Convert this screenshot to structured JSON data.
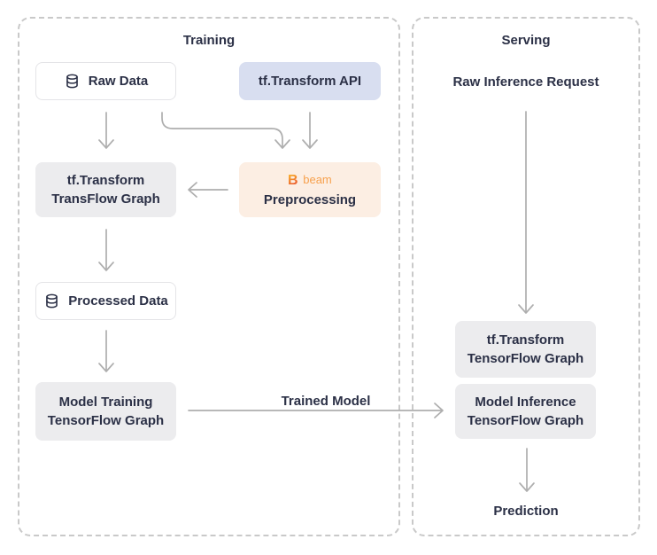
{
  "palette": {
    "background": "#ffffff",
    "panel_dashed_border": "#c9c9c9",
    "box_gray_bg": "#ececee",
    "box_blue_bg": "#d8def0",
    "box_orange_bg": "#fceee3",
    "box_white_border": "#e4e4e7",
    "text_dark": "#2b3046",
    "arrow_gray": "#aeaeae",
    "beam_word_orange": "#f7a14e",
    "beam_b_gradient_top": "#fbc12e",
    "beam_b_gradient_bottom": "#e9512d"
  },
  "panels": {
    "training": {
      "title": "Training"
    },
    "serving": {
      "title": "Serving"
    }
  },
  "nodes": {
    "raw_data": {
      "label": "Raw Data",
      "icon": "database-icon"
    },
    "tf_transform_api": {
      "label": "tf.Transform API"
    },
    "tf_transform_transflow_graph": {
      "line1": "tf.Transform",
      "line2": "TransFlow Graph"
    },
    "preprocessing": {
      "brand": "beam",
      "brand_initial": "B",
      "label": "Preprocessing"
    },
    "processed_data": {
      "label": "Processed Data",
      "icon": "database-icon"
    },
    "model_training_graph": {
      "line1": "Model Training",
      "line2": "TensorFlow Graph"
    },
    "raw_inference_request": {
      "label": "Raw Inference Request"
    },
    "tf_transform_tensorflow_graph": {
      "line1": "tf.Transform",
      "line2": "TensorFlow Graph"
    },
    "model_inference_graph": {
      "line1": "Model Inference",
      "line2": "TensorFlow Graph"
    },
    "prediction": {
      "label": "Prediction"
    }
  },
  "edges": {
    "trained_model_label": "Trained Model"
  }
}
